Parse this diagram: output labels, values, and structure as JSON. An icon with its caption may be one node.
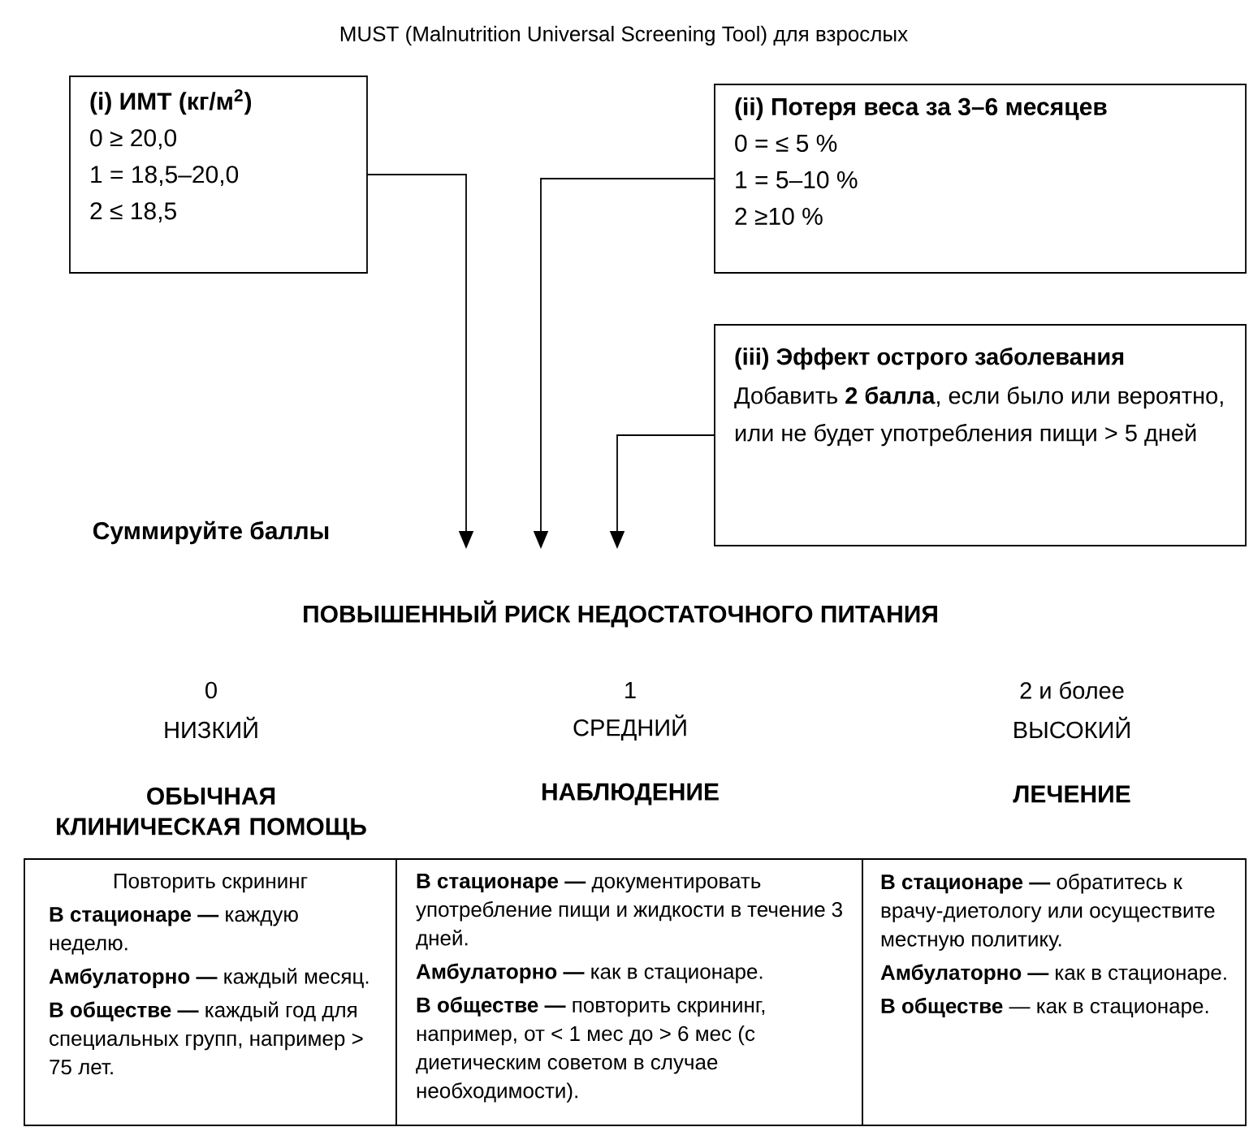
{
  "diagram": {
    "title": "MUST (Malnutrition Universal Screening Tool) для взрослых",
    "nodes": [
      {
        "text": [
          "(i) ИМТ (кг/м$^{2}$)",
          "0 ≥ 20,0",
          "1 = 18,5–20,0",
          "2 ≤ 18,5"
        ]
      },
      {
        "text": [
          "(ii) Потеря веса за 3–6 месяцев",
          "0 = ≤ 5 %",
          "1 = 5–10 %",
          "2 ≥10 %"
        ]
      },
      {
        "text": [
          "(iii) Эффект острого заболевания",
          "Добавить **2 балла**, если было или вероятно, или не будет употребления пищи > 5 дней"
        ]
      },
      {
        "text": [
          "Повторить скрининг",
          "**В стационаре —** каждую неделю.",
          "**Амбулаторно —** каждый месяц.",
          "**В обществе —** каждый год для специальных групп, например > 75 лет."
        ]
      },
      {
        "text": [
          "**В стационаре —** документировать употребление пищи и жидкости в течение 3 дней.",
          "**Амбулаторно —** как в стационаре.",
          "**В обществе —** повторить скрининг, например, от < 1 мес до > 6 мес (с диетическим советом в случае необходимости)."
        ]
      },
      {
        "text": [
          "**В стационаре —** обратитесь к врачу-диетологу или осуществите местную политику.",
          "**Амбулаторно —** как в стационаре.",
          "**В обществе** — как в стационаре."
        ]
      }
    ],
    "edges": [
      {
        "from": 0,
        "to": null,
        "arrow": "to"
      },
      {
        "from": 1,
        "to": null,
        "arrow": "to"
      },
      {
        "from": 2,
        "to": null,
        "arrow": "to"
      }
    ],
    "labels": [
      "Суммируйте баллы",
      "ПОВЫШЕННЫЙ РИСК НЕДОСТАТОЧНОГО ПИТАНИЯ",
      "0",
      "1",
      "2 и более",
      "НИЗКИЙ",
      "СРЕДНИЙ",
      "ВЫСОКИЙ",
      "ОБЫЧНАЯ КЛИНИЧЕСКАЯ ПОМОЩЬ",
      "НАБЛЮДЕНИЕ",
      "ЛЕЧЕНИЕ"
    ]
  }
}
